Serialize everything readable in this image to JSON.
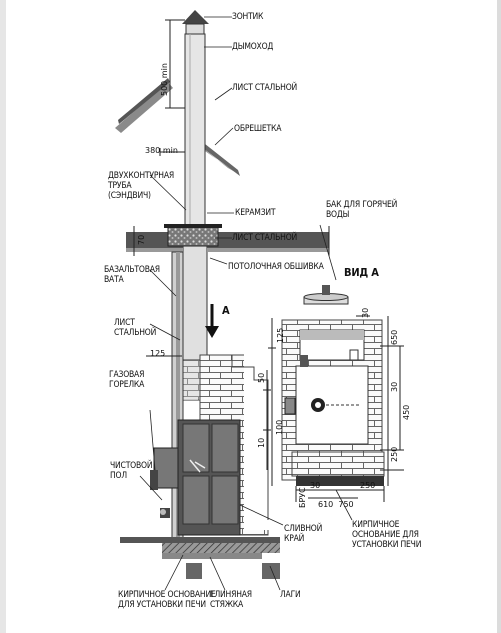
{
  "labels": {
    "umbrella": "ЗОНТИК",
    "chimney": "ДЫМОХОД",
    "steel_sheet_top": "ЛИСТ СТАЛЬНОЙ",
    "battens": "ОБРЕШЕТКА",
    "double_pipe": "ДВУХКОНТУРНАЯ\nТРУБА\n(СЭНДВИЧ)",
    "expanded_clay": "КЕРАМЗИТ",
    "steel_sheet_mid": "ЛИСТ СТАЛЬНОЙ",
    "ceiling_lining": "ПОТОЛОЧНАЯ ОБШИВКА",
    "basalt_wool": "БАЗАЛЬТОВАЯ\nВАТА",
    "steel_sheet_low": "ЛИСТ\nСТАЛЬНОЙ",
    "gas_burner": "ГАЗОВАЯ\nГОРЕЛКА",
    "finish_floor": "ЧИСТОВОЙ\nПОЛ",
    "drain_edge": "СЛИВНОЙ\nКРАЙ",
    "brick_base_left": "КИРПИЧНОЕ ОСНОВАНИЕ\nДЛЯ УСТАНОВКИ ПЕЧИ",
    "clay_screed": "ГЛИНЯНАЯ\nСТЯЖКА",
    "joists": "ЛАГИ",
    "hot_water_tank": "БАК ДЛЯ ГОРЯЧЕЙ\nВОДЫ",
    "view_a": "ВИД А",
    "brick_base_right": "КИРПИЧНОЕ\nОСНОВАНИЕ ДЛЯ\nУСТАНОВКИ ПЕЧИ",
    "timber": "БРУС",
    "arrow_a": "А"
  },
  "dimensions": {
    "d500": "500 min",
    "d380": "380 min",
    "d70": "70",
    "d125a": "125",
    "d125b": "125",
    "d30a": "30",
    "d50": "50",
    "d10": "10",
    "d100": "100",
    "d30b": "30",
    "d650": "650",
    "d450": "450",
    "d250a": "250",
    "d250b": "250",
    "d30c": "30",
    "d610_750": "610  750"
  }
}
